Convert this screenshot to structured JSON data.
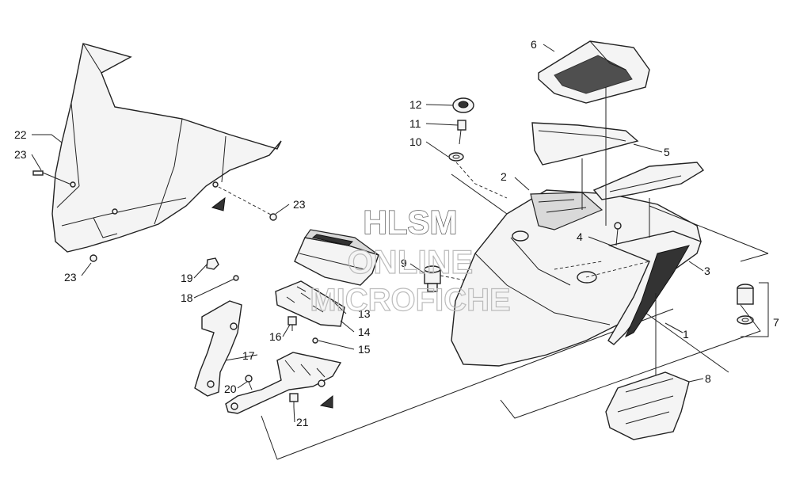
{
  "watermark": {
    "line1": "HLSM",
    "line2": "ONLINE",
    "line3": "MICROFICHE"
  },
  "callouts": {
    "c1": "1",
    "c2": "2",
    "c3": "3",
    "c4": "4",
    "c5": "5",
    "c6": "6",
    "c7": "7",
    "c8": "8",
    "c9": "9",
    "c10": "10",
    "c11": "11",
    "c12": "12",
    "c13": "13",
    "c14": "14",
    "c15": "15",
    "c16": "16",
    "c17": "17",
    "c18": "18",
    "c19": "19",
    "c20": "20",
    "c21": "21",
    "c22": "22",
    "c23a": "23",
    "c23b": "23",
    "c23c": "23"
  }
}
